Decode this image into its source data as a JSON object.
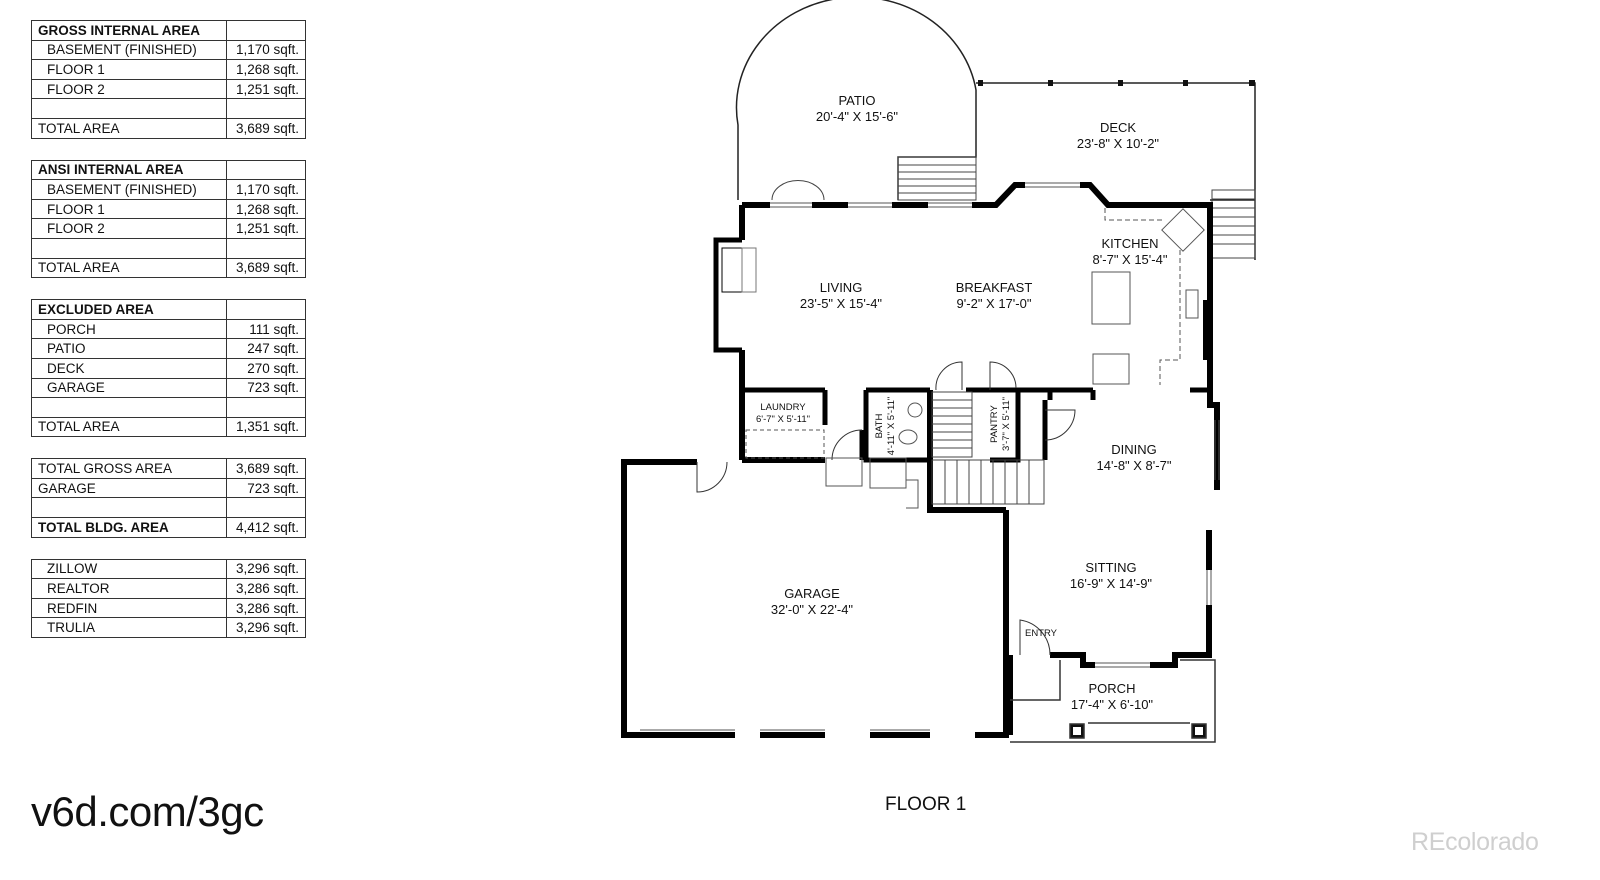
{
  "tables": [
    {
      "rows": [
        {
          "label": "GROSS INTERNAL AREA",
          "value": "",
          "style": "hdr"
        },
        {
          "label": "BASEMENT (FINISHED)",
          "value": "1,170 sqft.",
          "style": "ind"
        },
        {
          "label": "FLOOR 1",
          "value": "1,268 sqft.",
          "style": "ind"
        },
        {
          "label": "FLOOR 2",
          "value": "1,251 sqft.",
          "style": "ind"
        },
        {
          "label": "",
          "value": "",
          "style": ""
        },
        {
          "label": "TOTAL AREA",
          "value": "3,689 sqft.",
          "style": ""
        }
      ]
    },
    {
      "rows": [
        {
          "label": "ANSI INTERNAL AREA",
          "value": "",
          "style": "hdr"
        },
        {
          "label": "BASEMENT (FINISHED)",
          "value": "1,170 sqft.",
          "style": "ind"
        },
        {
          "label": "FLOOR 1",
          "value": "1,268 sqft.",
          "style": "ind"
        },
        {
          "label": "FLOOR 2",
          "value": "1,251 sqft.",
          "style": "ind"
        },
        {
          "label": "",
          "value": "",
          "style": ""
        },
        {
          "label": "TOTAL AREA",
          "value": "3,689 sqft.",
          "style": ""
        }
      ]
    },
    {
      "rows": [
        {
          "label": "EXCLUDED AREA",
          "value": "",
          "style": "hdr"
        },
        {
          "label": "PORCH",
          "value": "111 sqft.",
          "style": "ind"
        },
        {
          "label": "PATIO",
          "value": "247 sqft.",
          "style": "ind"
        },
        {
          "label": "DECK",
          "value": "270 sqft.",
          "style": "ind"
        },
        {
          "label": "GARAGE",
          "value": "723 sqft.",
          "style": "ind"
        },
        {
          "label": "",
          "value": "",
          "style": ""
        },
        {
          "label": "TOTAL AREA",
          "value": "1,351 sqft.",
          "style": ""
        }
      ]
    },
    {
      "rows": [
        {
          "label": "TOTAL GROSS AREA",
          "value": "3,689 sqft.",
          "style": ""
        },
        {
          "label": "GARAGE",
          "value": "723 sqft.",
          "style": ""
        },
        {
          "label": "",
          "value": "",
          "style": ""
        },
        {
          "label": "TOTAL BLDG. AREA",
          "value": "4,412 sqft.",
          "style": "bold"
        }
      ]
    },
    {
      "rows": [
        {
          "label": "ZILLOW",
          "value": "3,296 sqft.",
          "style": "ind"
        },
        {
          "label": "REALTOR",
          "value": "3,286 sqft.",
          "style": "ind"
        },
        {
          "label": "REDFIN",
          "value": "3,286 sqft.",
          "style": "ind"
        },
        {
          "label": "TRULIA",
          "value": "3,296 sqft.",
          "style": "ind"
        }
      ]
    }
  ],
  "rooms": {
    "patio": {
      "name": "PATIO",
      "dims": "20'-4\" X 15'-6\""
    },
    "deck": {
      "name": "DECK",
      "dims": "23'-8\" X 10'-2\""
    },
    "kitchen": {
      "name": "KITCHEN",
      "dims": "8'-7\" X 15'-4\""
    },
    "living": {
      "name": "LIVING",
      "dims": "23'-5\" X 15'-4\""
    },
    "breakfast": {
      "name": "BREAKFAST",
      "dims": "9'-2\" X 17'-0\""
    },
    "laundry": {
      "name": "LAUNDRY",
      "dims": "6'-7\" X 5'-11\""
    },
    "bath": {
      "name": "BATH",
      "dims": "4'-11\" X 5'-11\""
    },
    "pantry": {
      "name": "PANTRY",
      "dims": "3'-7\" X 5'-11\""
    },
    "dining": {
      "name": "DINING",
      "dims": "14'-8\" X 8'-7\""
    },
    "sitting": {
      "name": "SITTING",
      "dims": "16'-9\" X 14'-9\""
    },
    "garage": {
      "name": "GARAGE",
      "dims": "32'-0\" X 22'-4\""
    },
    "entry": {
      "name": "ENTRY"
    },
    "porch": {
      "name": "PORCH",
      "dims": "17'-4\" X 6'-10\""
    }
  },
  "floor_caption": "FLOOR 1",
  "web_url": "v6d.com/3gc",
  "brand": "REcolorado"
}
